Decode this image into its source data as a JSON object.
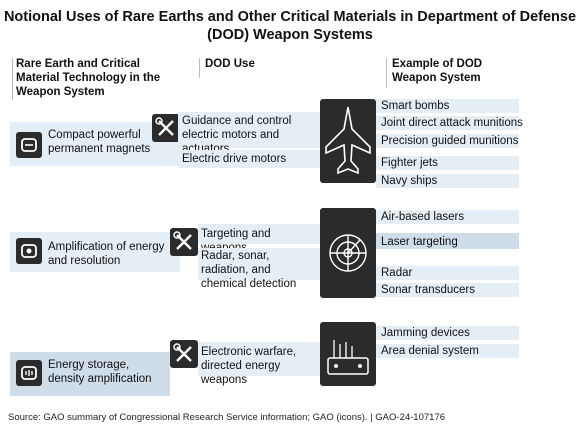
{
  "title": "Notional Uses of Rare Earths and Other Critical Materials in Department of Defense (DOD) Weapon Systems",
  "headers": {
    "tech": "Rare Earth and Critical Material Technology in the Weapon System",
    "use": "DOD Use",
    "example": "Example of DOD Weapon System"
  },
  "groups": [
    {
      "technology": "Compact powerful permanent magnets",
      "tech_icon": "magnet-icon",
      "uses": [
        "Guidance and control electric motors and actuators",
        "Electric drive motors"
      ],
      "system_icon": "fighter-jet-icon",
      "examples": [
        "Smart bombs",
        "Joint direct attack munitions",
        "Precision guided munitions",
        "Fighter jets",
        "Navy ships"
      ]
    },
    {
      "technology": "Amplification of energy and resolution",
      "tech_icon": "lens-icon",
      "uses": [
        "Targeting and weapons",
        "Radar, sonar, radiation, and chemical detection"
      ],
      "system_icon": "radar-icon",
      "examples": [
        "Air-based lasers",
        "Laser targeting",
        "Radar",
        "Sonar transducers"
      ]
    },
    {
      "technology": "Energy storage, density amplification",
      "tech_icon": "battery-icon",
      "uses": [
        "Electronic warfare, directed energy weapons"
      ],
      "system_icon": "jamming-device-icon",
      "examples": [
        "Jamming devices",
        "Area denial system"
      ]
    }
  ],
  "source": "Source: GAO summary of Congressional Research Service information; GAO (icons).  |  GAO-24-107176"
}
